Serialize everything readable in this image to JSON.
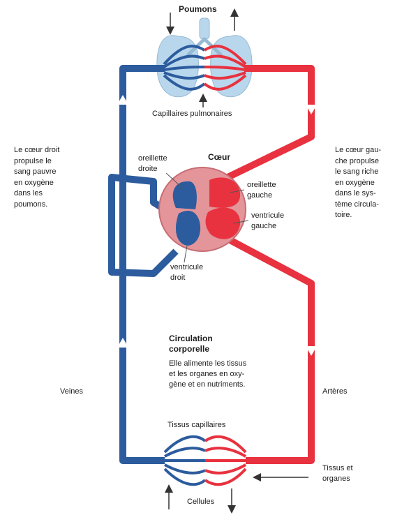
{
  "labels": {
    "lungs": "Poumons",
    "pulmonary_capillaries": "Capillaires pulmonaires",
    "heart": "Cœur",
    "right_atrium": "oreillette\ndroite",
    "left_atrium": "oreillette\ngauche",
    "left_ventricle": "ventricule\ngauche",
    "right_ventricle": "ventricule\ndroit",
    "veins": "Veines",
    "arteries": "Artères",
    "tissue_capillaries": "Tissus capillaires",
    "cells": "Cellules",
    "tissues_organs": "Tissus et\norganes"
  },
  "text_blocks": {
    "right_heart": "Le cœur droit\npropulse le\nsang pauvre\nen oxygène\ndans les\npoumons.",
    "left_heart": "Le cœur gau-\nche propulse\nle sang riche\nen oxygène\ndans le sys-\ntème circula-\ntoire.",
    "circulation_title": "Circulation\ncorporelle",
    "circulation_body": "Elle alimente les tissus\net les organes en oxy-\ngène et en nutriments."
  },
  "colors": {
    "oxygen_poor": "#2c5c9e",
    "oxygen_rich": "#e8323f",
    "heart_wall": "#e3959a",
    "lung": "#b9d7ec"
  }
}
